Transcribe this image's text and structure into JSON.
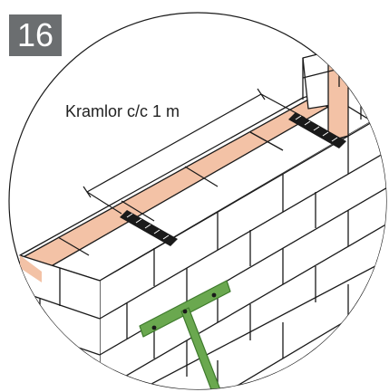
{
  "step": {
    "number": "16",
    "badge_color": "#6b6e70"
  },
  "annotation": {
    "label": "Kramlor c/c 1 m"
  },
  "colors": {
    "mortar_strip": "#f3c2a6",
    "brick_outline": "#1a1a1a",
    "wall_tie": "#1a1a1a",
    "anchor_bracket": "#6aa84f",
    "anchor_bracket_dark": "#3e7a2c"
  },
  "icons": {
    "wall_tie": "hatched-strip",
    "anchor_bracket": "green-t-bracket"
  }
}
